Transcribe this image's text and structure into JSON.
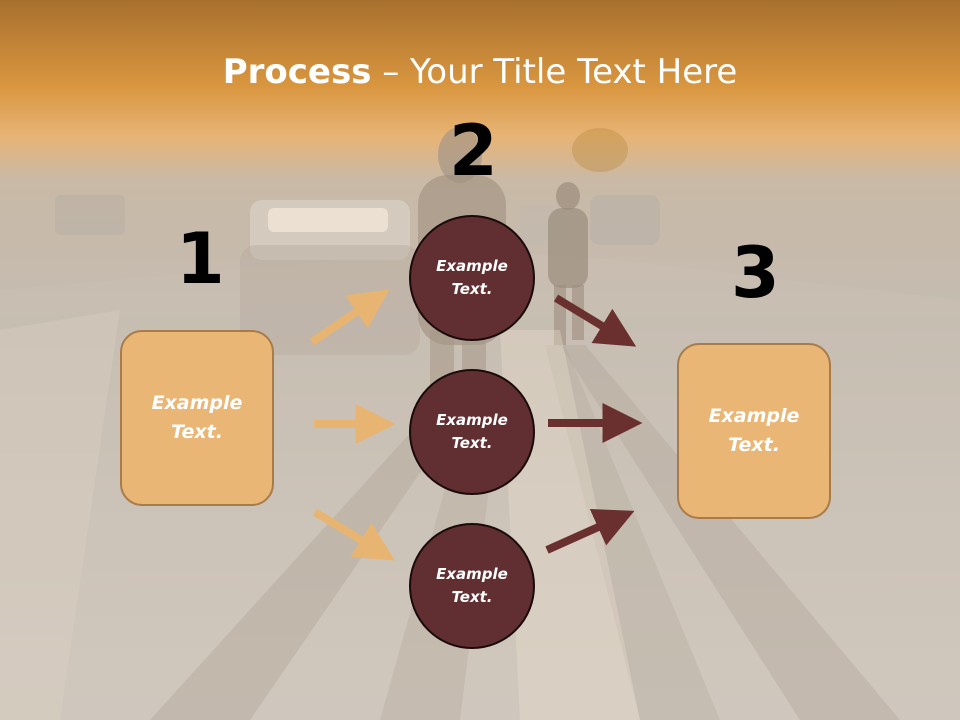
{
  "title": {
    "bold": "Process",
    "rest": " – Your Title Text Here"
  },
  "steps": [
    {
      "number": "1",
      "box_label": "Example\nText."
    },
    {
      "number": "2"
    },
    {
      "number": "3",
      "box_label": "Example\nText."
    }
  ],
  "circles": [
    {
      "label": "Example\nText."
    },
    {
      "label": "Example\nText."
    },
    {
      "label": "Example\nText."
    }
  ],
  "colors": {
    "box_fill": "#e9b676",
    "circle_fill": "#612f31",
    "left_arrow": "#e8b471",
    "right_arrow": "#6a3030",
    "header_band": "#d9963f"
  }
}
